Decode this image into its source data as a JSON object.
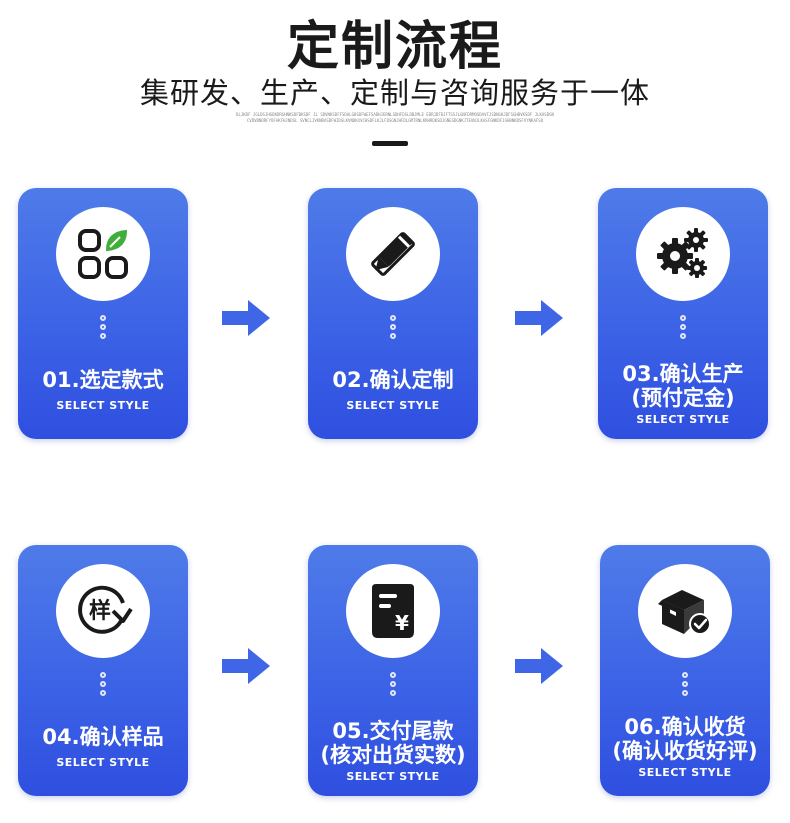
{
  "header": {
    "title": "定制流程",
    "subtitle": "集研发、生产、定制与咨询服务于一体",
    "fine_print": "DLJKDF JGLDSJHGDKDRGHNKSDFBKSDF JL SDVNKSDFFSDALGBSDFWEFSADHJERNLSDHFDSLDBJMLE EDRJDFDJFTSSJLGNFDRMOSDAVFJSDNGKJDFSGHBVKSDF JLKASDGNCVDVBNDRFYOFAKFHJNDSL SVNCLJVKNBASDFWIDSLKVNDKXVCHSDFLKJLFDSGNJHFDLGMTRNLKRHRDKSDJGNESDGNKJTEVNJLKASFGNKDFJGHBNKDSFVYNKAFSD"
  },
  "steps": [
    {
      "number": "01",
      "title": "选定款式",
      "lines": [
        "01.选定款式"
      ],
      "sub": "SELECT STYLE",
      "icon": "four-squares-icon"
    },
    {
      "number": "02",
      "title": "确认定制",
      "lines": [
        "02.确认定制"
      ],
      "sub": "SELECT STYLE",
      "icon": "pencil-ruler-icon"
    },
    {
      "number": "03",
      "title": "确认生产(预付定金)",
      "lines": [
        "03.确认生产",
        "(预付定金)"
      ],
      "sub": "SELECT STYLE",
      "icon": "gears-icon"
    },
    {
      "number": "04",
      "title": "确认样品",
      "lines": [
        "04.确认样品"
      ],
      "sub": "SELECT STYLE",
      "icon": "sample-refresh-icon",
      "icon_text": "样"
    },
    {
      "number": "05",
      "title": "交付尾款(核对出货实数)",
      "lines": [
        "05.交付尾款",
        "(核对出货实数)"
      ],
      "sub": "SELECT STYLE",
      "icon": "receipt-yen-icon",
      "icon_text": "¥"
    },
    {
      "number": "06",
      "title": "确认收货(确认收货好评)",
      "lines": [
        "06.确认收货",
        "(确认收货好评)"
      ],
      "sub": "SELECT STYLE",
      "icon": "box-check-icon"
    }
  ],
  "colors": {
    "card_top": "#4f7be9",
    "card_bottom": "#2f4fe0",
    "arrow": "#3f66e6",
    "accent_green": "#3fae3a"
  }
}
